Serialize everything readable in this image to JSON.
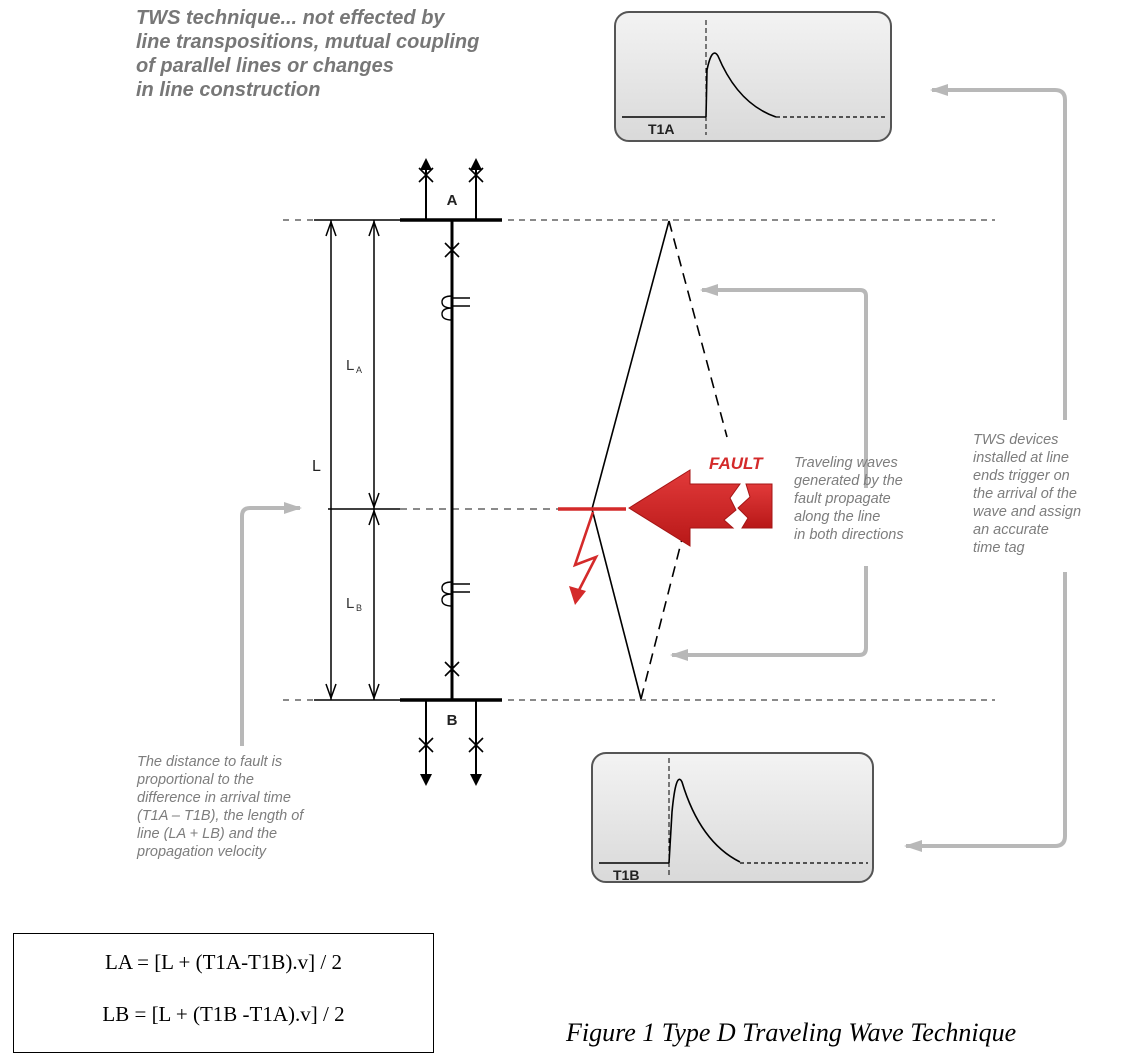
{
  "heading_lines": [
    "TWS technique... not effected by",
    "line transpositions, mutual coupling",
    "of parallel lines or changes",
    "in line construction"
  ],
  "bus_a_label": "A",
  "bus_b_label": "B",
  "label_L": "L",
  "label_LA_main": "L",
  "label_LA_sub": "A",
  "label_LB_main": "L",
  "label_LB_sub": "B",
  "scope_a_label": "T1A",
  "scope_b_label": "T1B",
  "fault_label": "FAULT",
  "note_traveling_lines": [
    "Traveling waves",
    "generated by the",
    "fault propagate",
    "along the line",
    "in both directions"
  ],
  "note_devices_lines": [
    "TWS devices",
    "installed at line",
    "ends trigger on",
    "the arrival of the",
    "wave and assign",
    "an accurate",
    "time tag"
  ],
  "note_distance_lines": [
    "The distance to fault is",
    "proportional to the",
    "difference in arrival time",
    "(T1A – T1B), the length of",
    "line (LA + LB) and the",
    "propagation velocity"
  ],
  "formula_la": "LA = [L + (T1A-T1B).v] / 2",
  "formula_lb": "LB = [L + (T1B -T1A).v] / 2",
  "caption": "Figure 1 Type D Traveling Wave Technique",
  "colors": {
    "fault_red": "#d42a2a",
    "note_gray": "#7d7d7d",
    "arrow_gray": "#b8b8b8",
    "scope_fill": "#e6e6e6"
  }
}
